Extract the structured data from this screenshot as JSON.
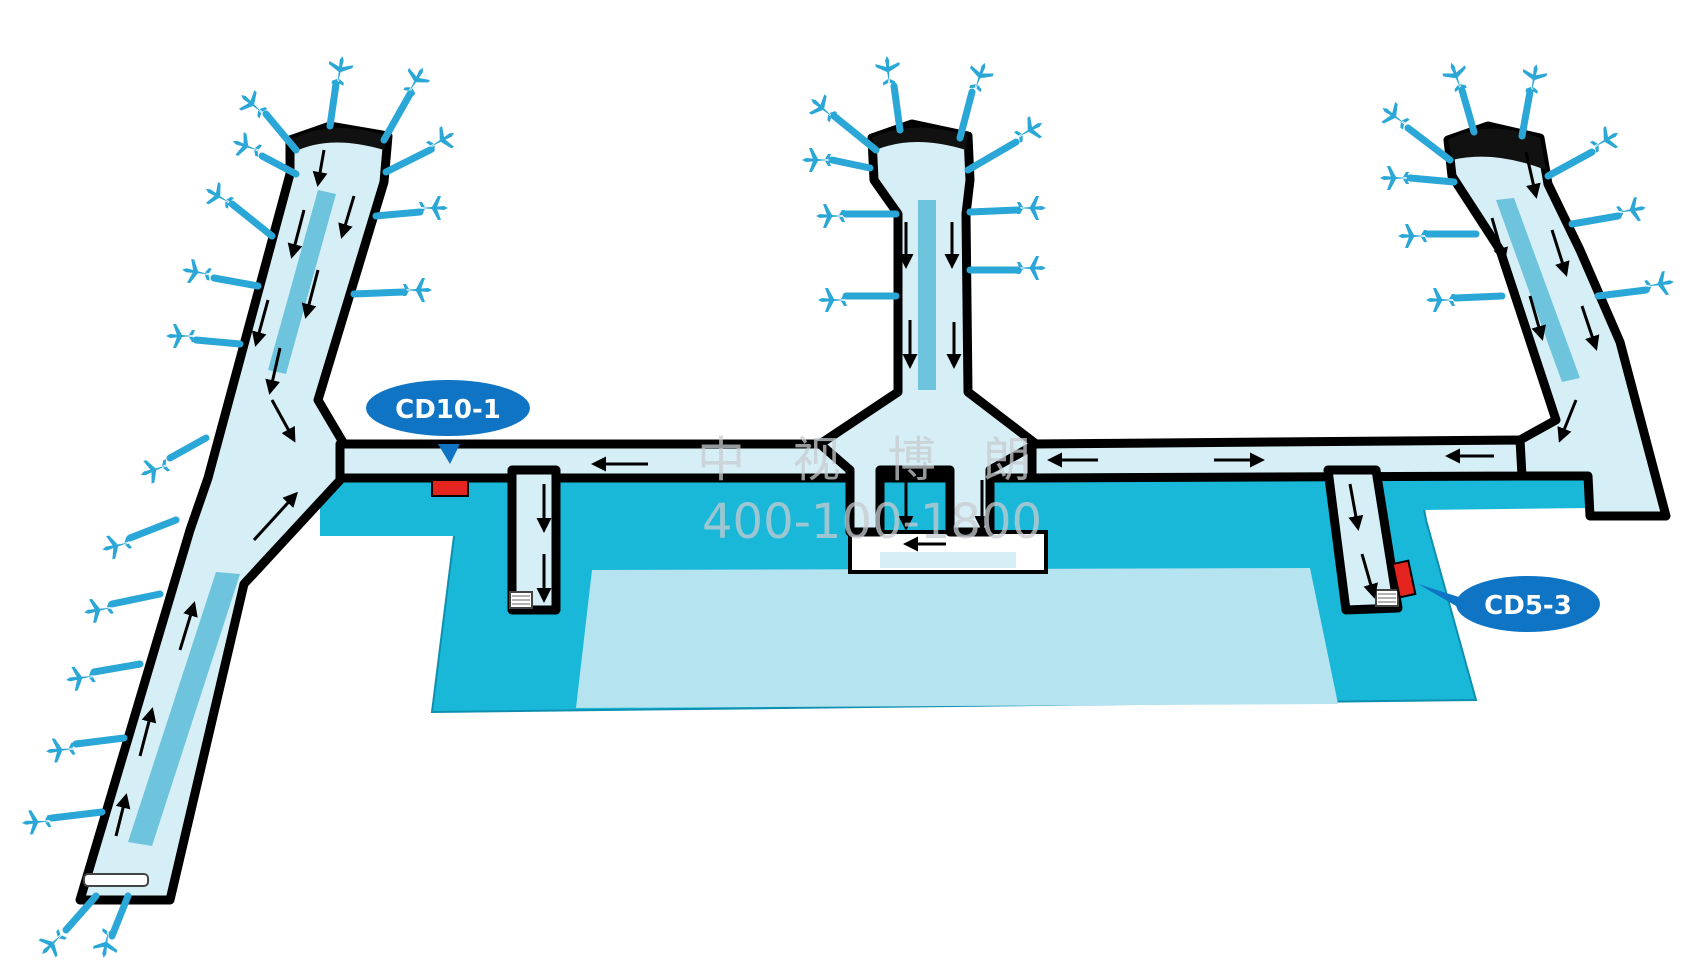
{
  "callouts": [
    {
      "id": "cd10",
      "label": "CD10-1"
    },
    {
      "id": "cd5",
      "label": "CD5-3"
    }
  ],
  "watermark": {
    "name": "中 视 博 朗",
    "phone": "400-100-1800"
  },
  "colors": {
    "walkway": "#d6eef5",
    "floor_dark": "#1ab8d8",
    "floor_light": "#b5e3ef",
    "outline": "#000000",
    "gate_bridge": "#2aa7d6",
    "aircraft": "#2aa7d6",
    "callout_fill": "#0f74c4",
    "ad_marker": "#e52420"
  },
  "icons": [
    "airplane-icon",
    "arrow-icon",
    "escalator-icon",
    "ad-location-marker"
  ]
}
